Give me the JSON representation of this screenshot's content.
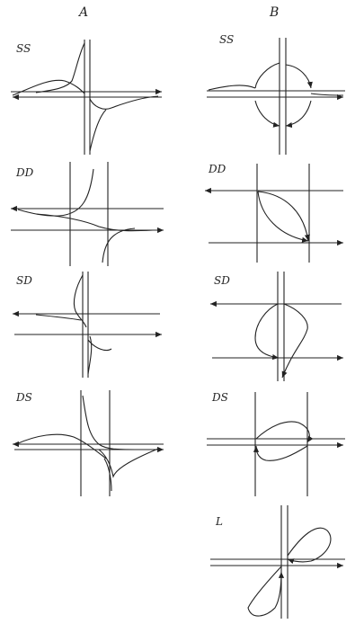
{
  "columns": {
    "left": "A",
    "right": "B"
  },
  "rows": {
    "ss": "SS",
    "dd": "DD",
    "sd": "SD",
    "ds": "DS",
    "l": "L"
  },
  "colors": {
    "ink": "#222222",
    "background": "#ffffff"
  }
}
